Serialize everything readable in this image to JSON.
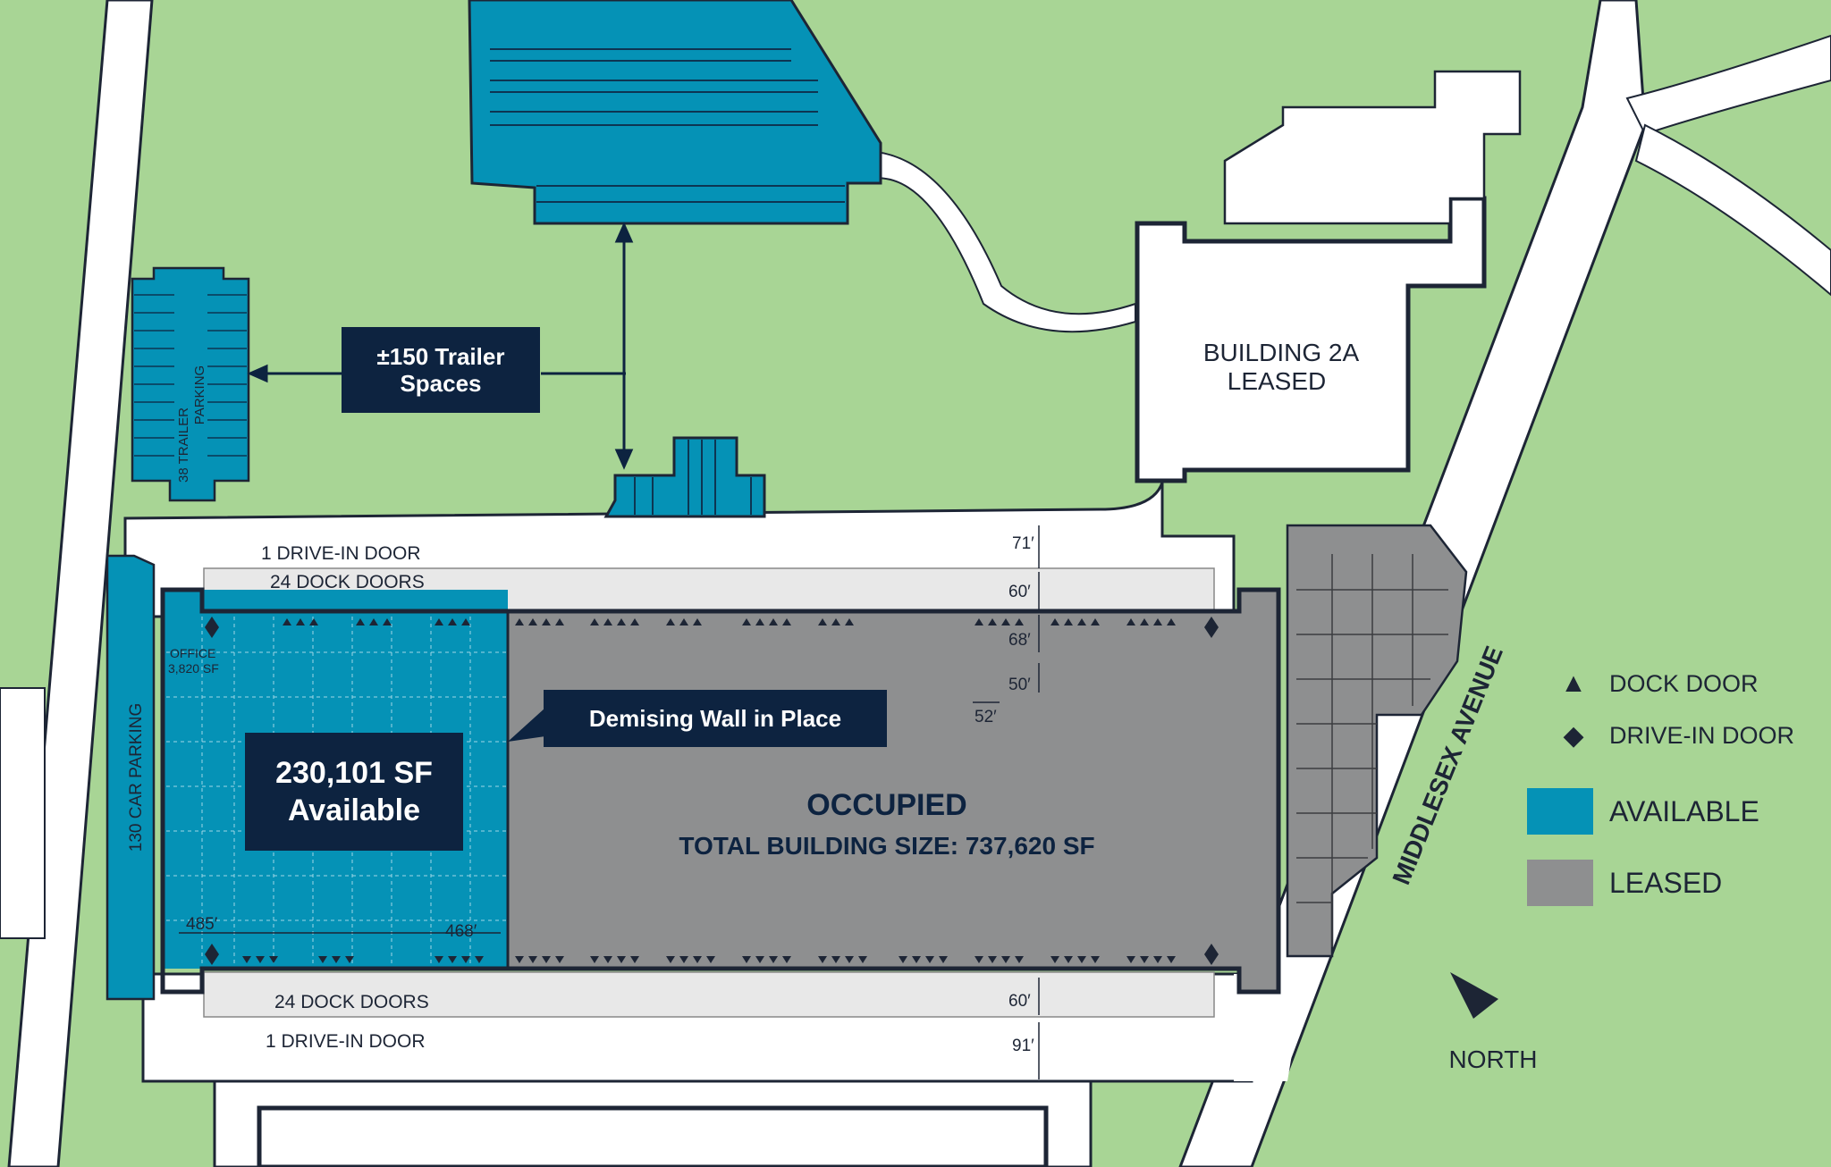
{
  "labels": {
    "trailer_spaces": [
      "±150 Trailer",
      "Spaces"
    ],
    "trailer_parking": [
      "38 TRAILER",
      "PARKING"
    ],
    "car_parking": "130 CAR PARKING",
    "building_2a": [
      "BUILDING 2A",
      "LEASED"
    ],
    "drive_in_top": "1 DRIVE-IN DOOR",
    "dock_top": "24 DOCK DOORS",
    "dock_bottom": "24 DOCK DOORS",
    "drive_in_bottom": "1 DRIVE-IN DOOR",
    "office": [
      "OFFICE",
      "3,820 SF"
    ],
    "available_box": [
      "230,101 SF",
      "Available"
    ],
    "demising_wall": "Demising Wall in Place",
    "occupied": "OCCUPIED",
    "total_size": "TOTAL BUILDING SIZE: 737,620 SF",
    "street": "MIDDLESEX AVENUE",
    "north": "NORTH"
  },
  "dimensions": {
    "d71": "71′",
    "d60_top": "60′",
    "d68": "68′",
    "d50": "50′",
    "d52": "52′",
    "d485": "485′",
    "d468": "468′",
    "d60_bottom": "60′",
    "d91": "91′"
  },
  "legend": {
    "dock_door": "DOCK DOOR",
    "drive_in_door": "DRIVE-IN DOOR",
    "available": "AVAILABLE",
    "leased": "LEASED",
    "dock_glyph": "dock-door-triangle-icon",
    "drive_glyph": "drive-in-diamond-icon"
  },
  "colors": {
    "grass": "#a8d595",
    "available": "#0592b6",
    "leased": "#8e8f90",
    "label_box": "#0d2340",
    "road": "#ffffff",
    "dock_apron": "#e8e8e8"
  }
}
